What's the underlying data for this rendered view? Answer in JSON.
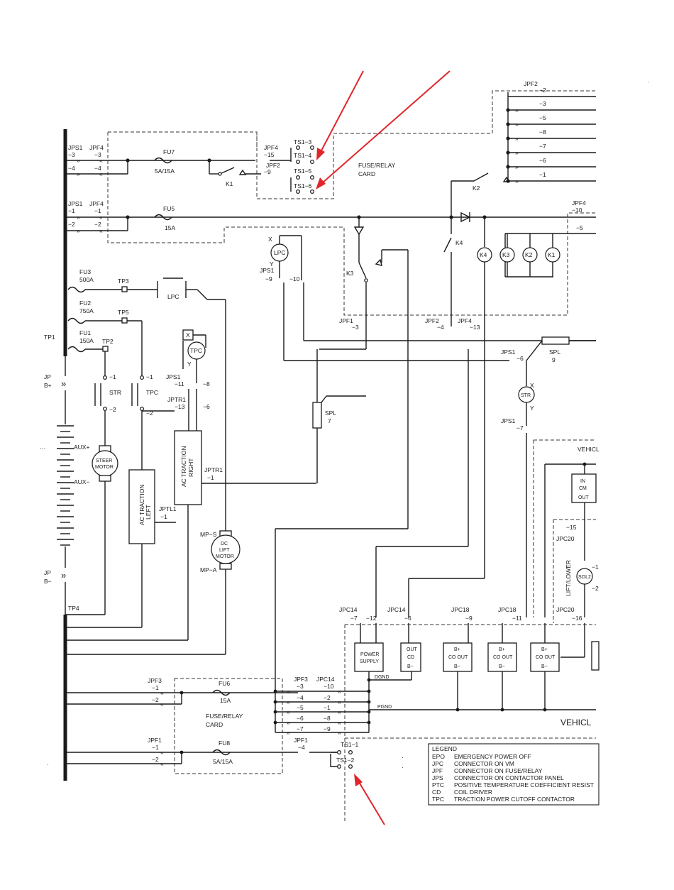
{
  "legend": {
    "title": "LEGEND",
    "entries": [
      {
        "abbr": "EPO",
        "desc": "EMERGENCY POWER OFF"
      },
      {
        "abbr": "JPC",
        "desc": "CONNECTOR ON VM"
      },
      {
        "abbr": "JPF",
        "desc": "CONNECTOR ON FUSE/RELAY"
      },
      {
        "abbr": "JPS",
        "desc": "CONNECTOR ON CONTACTOR PANEL"
      },
      {
        "abbr": "PTC",
        "desc": "POSITIVE TEMPERATURE COEFFICIENT RESIST"
      },
      {
        "abbr": "CD",
        "desc": "COIL DRIVER"
      },
      {
        "abbr": "TPC",
        "desc": "TRACTION POWER CUTOFF CONTACTOR"
      }
    ]
  },
  "top_card": {
    "label_line1": "FUSE/RELAY",
    "label_line2": "CARD",
    "ts": [
      "TS1−3",
      "TS1−4",
      "TS1−5",
      "TS1−6"
    ],
    "jpf2_pin": "JPF2",
    "jpf2_sub": "−9",
    "fu7": "FU7",
    "fu7_rating": "5A/15A",
    "k1": "K1",
    "fu5": "FU5",
    "fu5_rating": "15A",
    "jps1_a": "JPS1",
    "jps1_a_pins": [
      "−3",
      "−4"
    ],
    "jpf4_a": "JPF4",
    "jpf4_a_pins": [
      "−3",
      "−4"
    ],
    "jpf4_a_top": "−15",
    "jps1_b": "JPS1",
    "jps1_b_pins": [
      "−1",
      "−2"
    ],
    "jpf4_b": "JPF4",
    "jpf4_b_pins": [
      "−1",
      "−2"
    ]
  },
  "right_block": {
    "jpf2": "JPF2",
    "pins": [
      "−2",
      "−3",
      "−5",
      "−8",
      "−7",
      "−6",
      "−1"
    ],
    "k2": "K2",
    "k3": "K3",
    "k4": "K4",
    "coils": [
      "K4",
      "K3",
      "K2",
      "K1"
    ],
    "jpf4": "JPF4",
    "jpf4_pins": [
      "−10",
      "−5"
    ]
  },
  "lpc": {
    "label": "LPC",
    "x": "X",
    "y": "Y",
    "jps1": "JPS1",
    "pins": [
      "−9",
      "−10"
    ],
    "contact_label": "LPC"
  },
  "fuses_left": [
    {
      "name": "FU3",
      "rating": "500A",
      "tp": "TP3"
    },
    {
      "name": "FU2",
      "rating": "750A",
      "tp": "TP5"
    },
    {
      "name": "FU1",
      "rating": "150A",
      "tp": "TP2"
    }
  ],
  "tp1": "TP1",
  "tp4": "TP4",
  "battery": {
    "jp_plus": "JP",
    "b_plus": "B+",
    "jp_minus": "JP",
    "b_minus": "B−"
  },
  "str": {
    "label": "STR",
    "pins": [
      "−1",
      "−2"
    ]
  },
  "tpc": {
    "label": "TPC",
    "pins": [
      "−1",
      "−2"
    ],
    "coil": "TPC",
    "x": "X",
    "y": "Y"
  },
  "steer_motor": {
    "l1": "STEER",
    "l2": "MOTOR",
    "aux_plus": "AUX+",
    "aux_minus": "AUX−"
  },
  "ac_right": {
    "label": "AC TRACTION",
    "label2": "RIGHT",
    "jps1": "JPS1",
    "jps1_pins": [
      "−11",
      "−8"
    ],
    "jptr1": "JPTR1",
    "jptr1_pins": [
      "−13",
      "−6"
    ],
    "jptr1_b": "JPTR1",
    "jptr1_b_pin": "−1"
  },
  "ac_left": {
    "label": "AC TRACTION",
    "label2": "LEFT",
    "jptl1": "JPTL1",
    "jptl1_pin": "−1"
  },
  "dc_lift": {
    "l1": "DC",
    "l2": "LIFT",
    "l3": "MOTOR",
    "mps": "MP−S",
    "mpa": "MP−A"
  },
  "spl7": {
    "label": "SPL",
    "num": "7"
  },
  "spl9": {
    "label": "SPL",
    "num": "9"
  },
  "jpf1_top": {
    "label": "JPF1",
    "pin": "−3"
  },
  "jpf2_mid": {
    "label": "JPF2",
    "pin": "−4"
  },
  "jpf4_mid": {
    "label": "JPF4",
    "pin": "−13"
  },
  "str_coil": {
    "label": "STR",
    "x": "X",
    "y": "Y",
    "jps1_a": "JPS1",
    "pin_a": "−6",
    "jps1_b": "JPS1",
    "pin_b": "−7"
  },
  "vm": {
    "title": "VEHICL",
    "top_title": "VEHICL",
    "jpc14_a": "JPC14",
    "jpc14_a_pins": [
      "−7",
      "−12"
    ],
    "jpc14_b": "JPC14",
    "jpc14_b_pin": "−6",
    "jpc18_a": "JPC18",
    "jpc18_a_pin": "−9",
    "jpc18_b": "JPC18",
    "jpc18_b_pin": "−11",
    "jpc20_a": "JPC20",
    "jpc20_a_pin": "−15",
    "jpc20_b": "JPC20",
    "jpc20_b_pin": "−16",
    "power_supply": [
      "POWER",
      "SUPPLY"
    ],
    "out_cd": [
      "OUT",
      "CD",
      "B−"
    ],
    "co_out": [
      "B+",
      "CO OUT",
      "B−"
    ],
    "in_cm": [
      "IN",
      "CM",
      "OUT"
    ],
    "lift_lower": "LIFT/LOWER",
    "sol2": "SOL2",
    "dgnd": "DGND",
    "pgnd": "PGND",
    "sol_pins": [
      "−1",
      "−2"
    ]
  },
  "bottom_card": {
    "label_line1": "FUSE/RELAY",
    "label_line2": "CARD",
    "jpf3": "JPF3",
    "jpf3_pins": [
      "−1",
      "−2"
    ],
    "fu6": "FU6",
    "fu6_rating": "15A",
    "jpf1": "JPF1",
    "jpf1_pins": [
      "−1",
      "−2"
    ],
    "fu8": "FU8",
    "fu8_rating": "5A/15A",
    "jpf3_r": "JPF3",
    "jpf3_r_pins": [
      "−3",
      "−4",
      "−5",
      "−6",
      "−7"
    ],
    "jpc14": "JPC14",
    "jpc14_pins": [
      "−10",
      "−2",
      "−1",
      "−8",
      "−9"
    ],
    "jpf1_r": "JPF1",
    "jpf1_r_pin": "−4",
    "ts": [
      "TS1−1",
      "TS1−2"
    ]
  }
}
